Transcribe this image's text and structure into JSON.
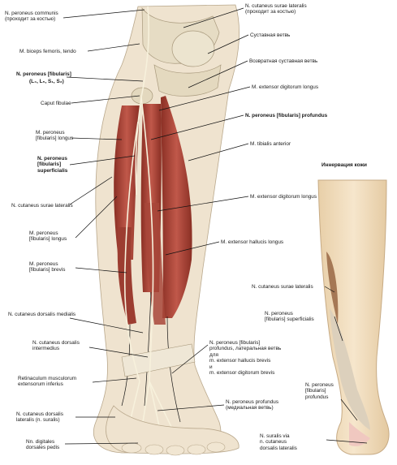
{
  "inset": {
    "title": "Иннервация кожи",
    "labels": {
      "cut_surae_lat": "N. cutaneus surae lateralis",
      "peron_superf": "N. peroneus\n[fibularis] superficialis",
      "peron_prof": "N. peroneus\n[fibularis]\nprofundus",
      "suralis": "N. suralis via\nn. cutaneus\ndorsalis lateralis"
    },
    "colors": {
      "skin": "#efd9b8",
      "lateral_zone": "#a57855",
      "superficial_zone": "#dcd0bc",
      "profundus_zone": "#f0c8c0"
    }
  },
  "labels": {
    "peron_communis": "N. peroneus communis\n(проходит за костью)",
    "cut_surae_lat_top": "N. cutaneus surae lateralis\n(проходит за костью)",
    "biceps": "M. biceps femoris, tendo",
    "sustav": "Суставная ветвь",
    "vozvrat": "Возвратная суставная ветвь",
    "peron_fib_top": "N. peroneus [fibularis]",
    "segments": "(L₄, L₅, S₁, S₂)",
    "caput": "Caput fibulae",
    "ext_dig_long_top": "M. extensor digitorum longus",
    "peron_fib_prof": "N. peroneus [fibularis] profundus",
    "m_peron_long_top": "M. peroneus\n[fibularis] longus",
    "tib_ant": "M. tibialis anterior",
    "peron_fib_superf": "N. peroneus\n[fibularis]\nsuperficialis",
    "cut_surae_lat_mid": "N. cutaneus surae lateralis",
    "ext_dig_long_mid": "M. extensor digitorum longus",
    "m_peron_long_mid": "M. peroneus\n[fibularis] longus",
    "ext_hall_long": "M. extensor hallucis longus",
    "m_peron_brevis": "M. peroneus\n[fibularis] brevis",
    "cut_dors_med": "N. cutaneus dorsalis medialis",
    "cut_dors_inter": "N. cutaneus dorsalis\nintermedius",
    "peron_lat_branch": "N. peroneus [fibularis]\nprofundus, латеральная ветвь\nдля\nm. extensor hallucis brevis\nи\nm. extensor digitorum brevis",
    "retinaculum": "Retinaculum musculorum\nextensorum inferius",
    "peron_prof_med": "N. peroneus profundus\n(медиальная ветвь)",
    "cut_dors_lat": "N. cutaneus dorsalis\nlateralis (n. suralis)",
    "digitales": "Nn. digitales\ndorsales pedis"
  },
  "colors": {
    "skin": "#f1e7d6",
    "bone": "#e9e2cf",
    "muscle": "#b24a3a",
    "muscle_dark": "#8e3226",
    "tendon": "#e8ddc8",
    "nerve": "#f6f0d8"
  }
}
